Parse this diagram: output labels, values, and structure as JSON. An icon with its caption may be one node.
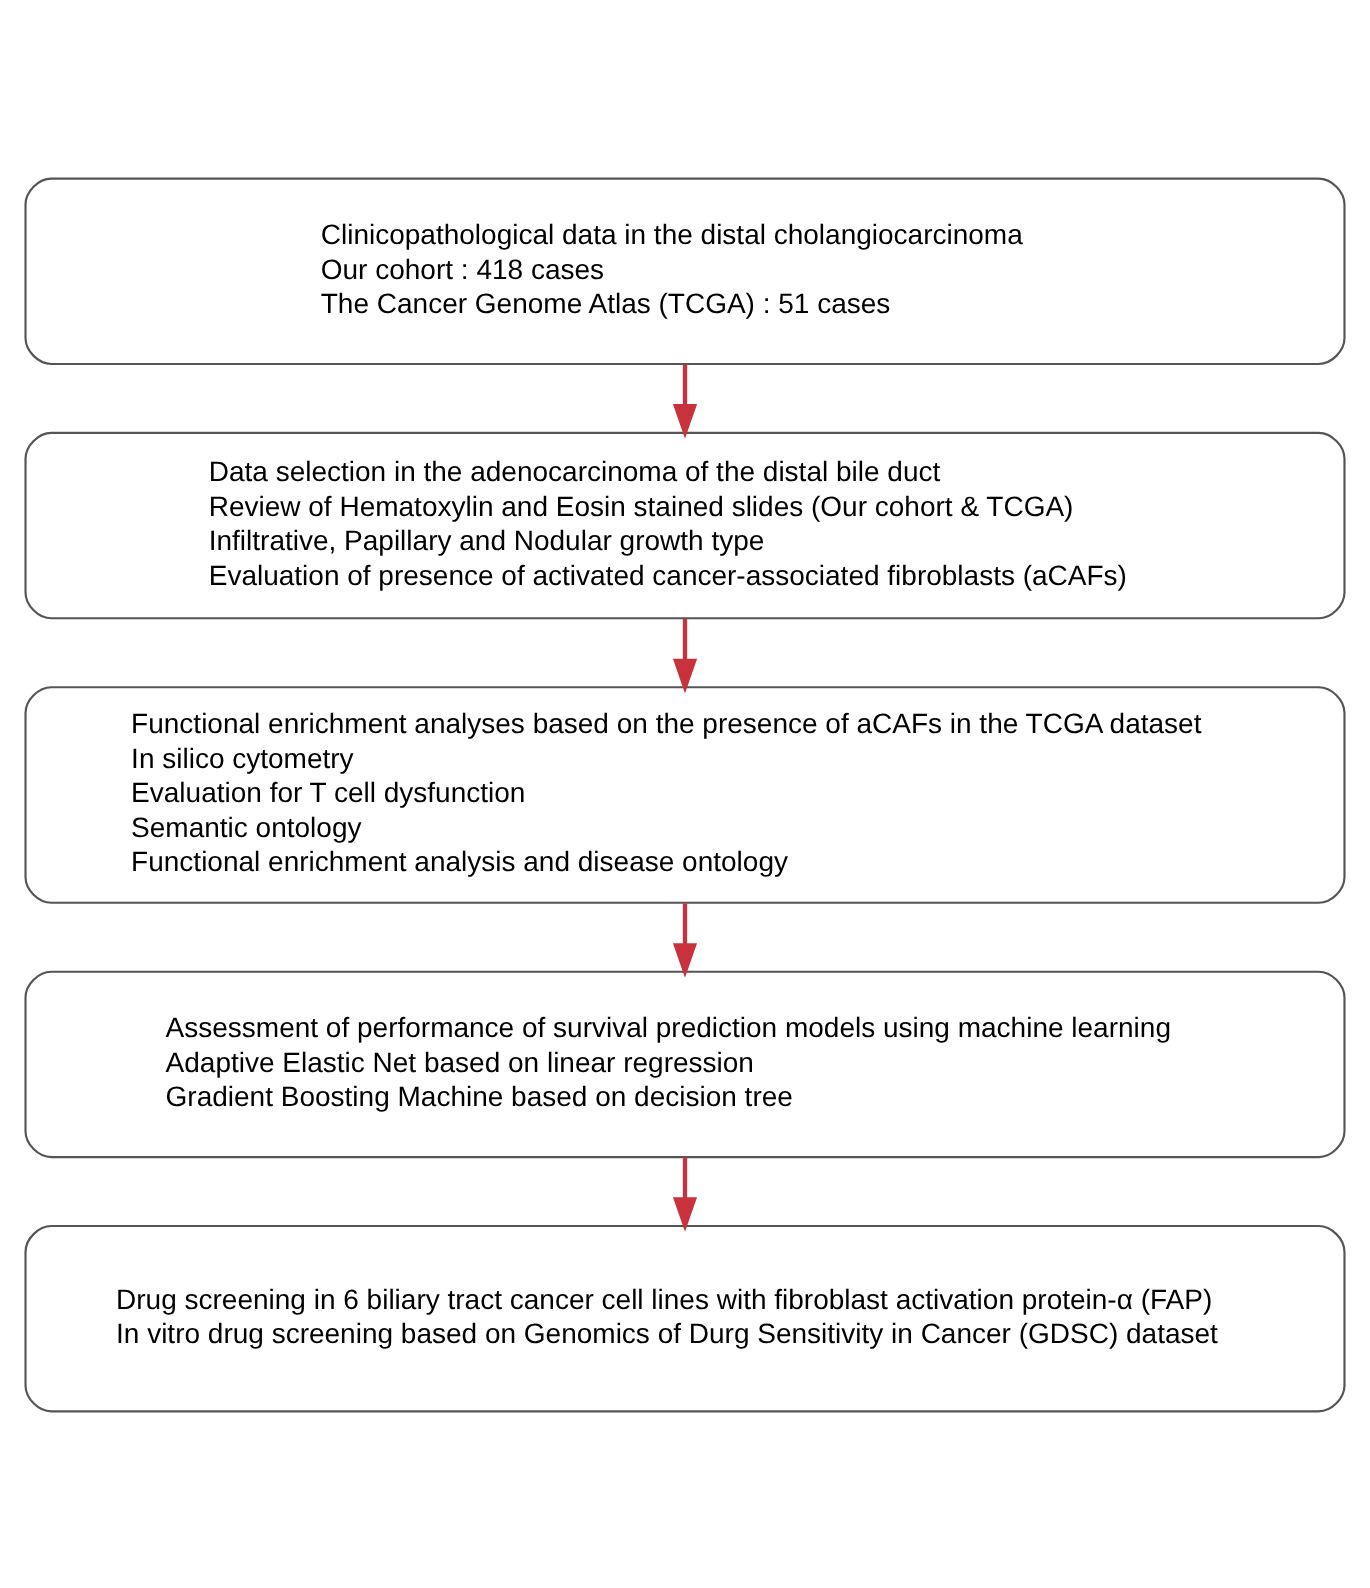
{
  "diagram": {
    "nodes": [
      {
        "text": [
          "Clinicopathological data in the distal cholangiocarcinoma",
          "Our cohort : 418 cases",
          "The Cancer Genome Atlas (TCGA) : 51 cases"
        ]
      },
      {
        "text": [
          "Data selection in the adenocarcinoma of the distal bile duct",
          "Review of Hematoxylin and Eosin stained slides (Our cohort & TCGA)",
          "Infiltrative, Papillary and Nodular growth type",
          "Evaluation of presence of activated cancer-associated fibroblasts (aCAFs)"
        ]
      },
      {
        "text": [
          "Functional enrichment analyses based on the presence of aCAFs in the TCGA dataset",
          "In silico cytometry",
          "Evaluation for T cell dysfunction",
          "Semantic ontology",
          "Functional enrichment analysis and disease ontology"
        ]
      },
      {
        "text": [
          "Assessment of performance of survival prediction models using machine learning",
          "Adaptive Elastic Net based on linear regression",
          "Gradient Boosting Machine based on decision tree"
        ]
      },
      {
        "text": [
          "Drug screening in 6 biliary tract cancer cell lines with fibroblast activation protein-α (FAP)",
          "In vitro drug screening based on Genomics of Durg Sensitivity in Cancer (GDSC) dataset"
        ]
      }
    ],
    "edges": [
      {
        "from": 0,
        "to": 1,
        "arrow": "to"
      },
      {
        "from": 1,
        "to": 2,
        "arrow": "to"
      },
      {
        "from": 2,
        "to": 3,
        "arrow": "to"
      },
      {
        "from": 3,
        "to": 4,
        "arrow": "to"
      }
    ]
  }
}
